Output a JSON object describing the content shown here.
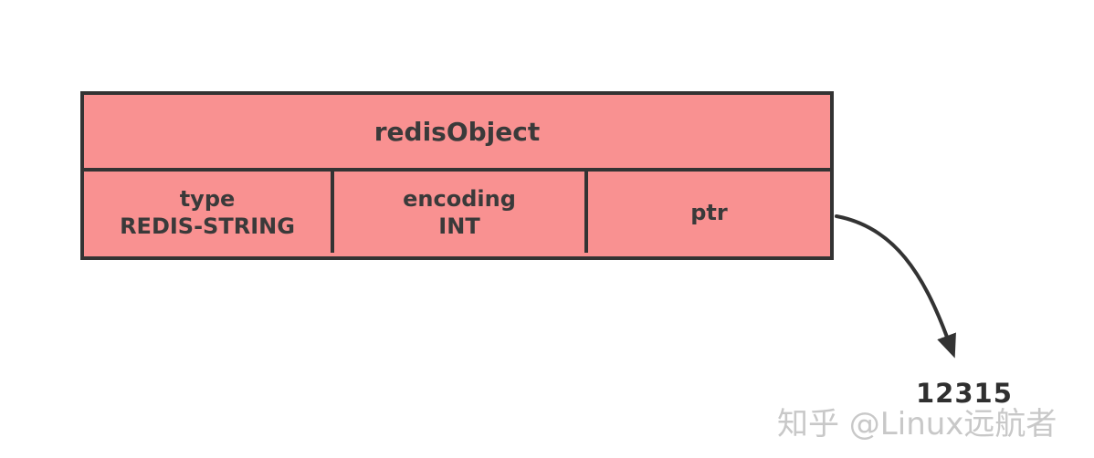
{
  "diagram": {
    "title": "redisObject",
    "cells": [
      {
        "name": "type",
        "label": "type",
        "value": "REDIS-STRING"
      },
      {
        "name": "encoding",
        "label": "encoding",
        "value": "INT"
      },
      {
        "name": "ptr",
        "label": "ptr",
        "value": ""
      }
    ],
    "pointer_target": "12315"
  },
  "watermark": "知乎 @Linux远航者",
  "colors": {
    "box_fill": "#F99191",
    "box_border": "#333333",
    "box_text": "#3a3a3a",
    "arrow": "#333333",
    "target_text": "#2f2f2f",
    "watermark_text": "#c8c8c8",
    "background": "#ffffff"
  }
}
